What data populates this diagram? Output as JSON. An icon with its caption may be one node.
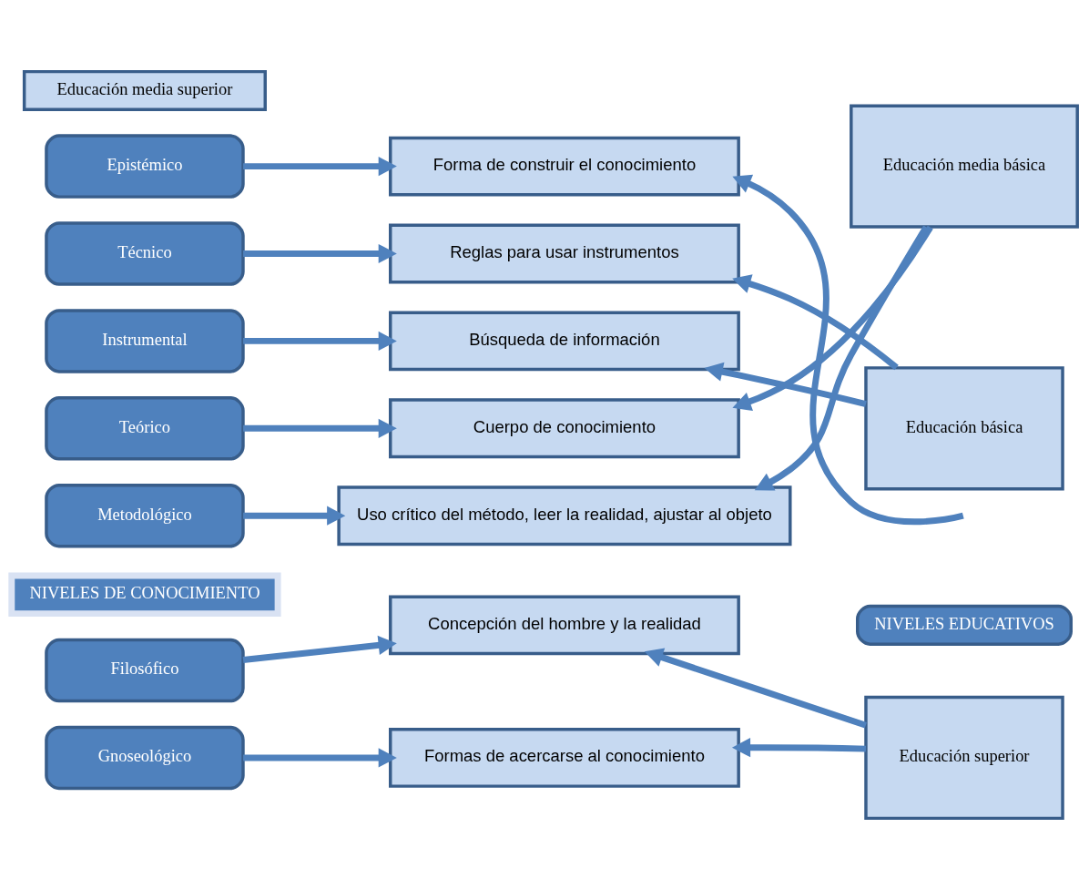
{
  "diagram": {
    "nodes": [
      {
        "text": [
          "NIVELES DE CONOCIMIENTO"
        ]
      },
      {
        "text": [
          "NIVELES EDUCATIVOS"
        ]
      },
      {
        "text": [
          "Filosófico"
        ]
      },
      {
        "text": [
          "Concepción del hombre y la realidad"
        ]
      },
      {
        "text": [
          "Educación superior"
        ]
      },
      {
        "text": [
          "Gnoseológico"
        ]
      },
      {
        "text": [
          "Formas de acercarse al conocimiento"
        ]
      },
      {
        "text": [
          "Epistémico"
        ]
      },
      {
        "text": [
          "Forma de construir el conocimiento"
        ]
      },
      {
        "text": [
          "Educación media superior"
        ]
      },
      {
        "text": [
          "Teórico"
        ]
      },
      {
        "text": [
          "Cuerpo de conocimiento"
        ]
      },
      {
        "text": [
          "Educación media básica"
        ]
      },
      {
        "text": [
          "Metodológico"
        ]
      },
      {
        "text": [
          "Uso crítico del método, leer la realidad, ajustar al objeto"
        ]
      },
      {
        "text": [
          "Técnico"
        ]
      },
      {
        "text": [
          "Reglas para usar instrumentos"
        ]
      },
      {
        "text": [
          "Educación básica"
        ]
      },
      {
        "text": [
          "Instrumental"
        ]
      },
      {
        "text": [
          "Búsqueda de información"
        ]
      }
    ],
    "edges": [
      {
        "from": 2,
        "to": 3,
        "arrow": "to"
      },
      {
        "from": 4,
        "to": 3,
        "arrow": "to"
      },
      {
        "from": 5,
        "to": 6,
        "arrow": "to"
      },
      {
        "from": 4,
        "to": 6,
        "arrow": "to"
      },
      {
        "from": 7,
        "to": 8,
        "arrow": "to"
      },
      {
        "from": null,
        "to": 8,
        "arrow": "to"
      },
      {
        "from": 10,
        "to": 11,
        "arrow": "to"
      },
      {
        "from": 12,
        "to": 11,
        "arrow": "to"
      },
      {
        "from": 13,
        "to": 14,
        "arrow": "to"
      },
      {
        "from": 12,
        "to": 14,
        "arrow": "to"
      },
      {
        "from": 15,
        "to": 16,
        "arrow": "to"
      },
      {
        "from": 17,
        "to": 16,
        "arrow": "to"
      },
      {
        "from": 18,
        "to": 19,
        "arrow": "to"
      },
      {
        "from": 17,
        "to": 19,
        "arrow": "to"
      }
    ]
  }
}
